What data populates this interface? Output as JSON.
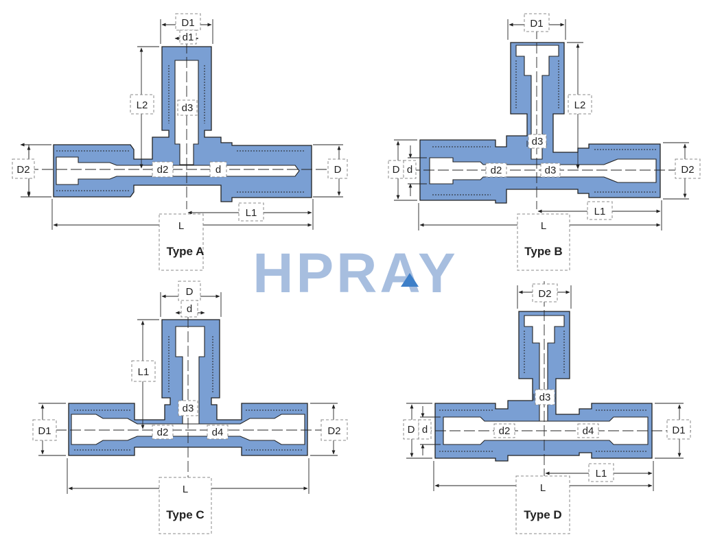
{
  "logo": {
    "text": "HPRAY",
    "color": "#a7bedf",
    "accent": "#3d7fc8"
  },
  "colors": {
    "body": "#7a9fd3",
    "outline": "#222222"
  },
  "diagrams": [
    {
      "caption": "Type A",
      "labels": {
        "D1": "D1",
        "d1": "d1",
        "L2": "L2",
        "d3": "d3",
        "D2": "D2",
        "d2": "d2",
        "d": "d",
        "D": "D",
        "L1": "L1",
        "L": "L"
      }
    },
    {
      "caption": "Type B",
      "labels": {
        "D1": "D1",
        "L2": "L2",
        "d3_top": "d3",
        "D": "D",
        "d": "d",
        "d2": "d2",
        "d3": "d3",
        "D2": "D2",
        "L1": "L1",
        "L": "L"
      }
    },
    {
      "caption": "Type C",
      "labels": {
        "D": "D",
        "d": "d",
        "L1": "L1",
        "d3": "d3",
        "D1": "D1",
        "d2": "d2",
        "d4": "d4",
        "D2": "D2",
        "L": "L"
      }
    },
    {
      "caption": "Type D",
      "labels": {
        "D2": "D2",
        "d3": "d3",
        "D": "D",
        "d": "d",
        "d2": "d2",
        "d4": "d4",
        "D1": "D1",
        "L1": "L1",
        "L": "L"
      }
    }
  ]
}
